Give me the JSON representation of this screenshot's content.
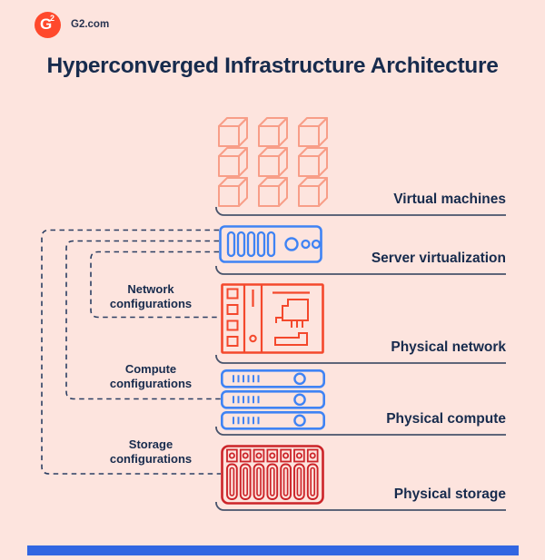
{
  "brand": {
    "logo_g": "G",
    "logo_sup": "2",
    "site": "G2.com"
  },
  "title": "Hyperconverged Infrastructure Architecture",
  "stack": {
    "virtual_machines": {
      "label": "Virtual machines",
      "icon": "vm-cubes-icon"
    },
    "server_virtualization": {
      "label": "Server virtualization",
      "icon": "server-box-icon"
    },
    "physical_network": {
      "label": "Physical network",
      "icon": "network-board-icon"
    },
    "physical_compute": {
      "label": "Physical compute",
      "icon": "server-stack-icon"
    },
    "physical_storage": {
      "label": "Physical storage",
      "icon": "storage-array-icon"
    }
  },
  "configurations": {
    "network": {
      "label": "Network configurations"
    },
    "compute": {
      "label": "Compute configurations"
    },
    "storage": {
      "label": "Storage configurations"
    }
  },
  "colors": {
    "background": "#fde4de",
    "navy_text": "#172b4d",
    "underline": "#47536b",
    "dashed_line": "#2c3f63",
    "logo_red": "#ff492c",
    "cube_salmon": "#f89e88",
    "blue": "#3f83f4",
    "network_red": "#f4482c",
    "storage_red": "#cc2429",
    "footer_bar_blue": "#3166e2"
  }
}
